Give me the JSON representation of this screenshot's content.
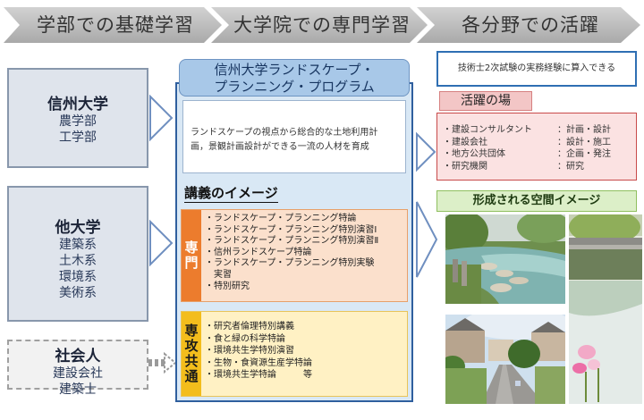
{
  "header": {
    "steps": [
      "学部での基礎学習",
      "大学院での専門学習",
      "各分野での活躍"
    ]
  },
  "entries": [
    {
      "name": "信州大学",
      "lines": [
        "農学部",
        "工学部"
      ]
    },
    {
      "name": "他大学",
      "lines": [
        "建築系",
        "土木系",
        "環境系",
        "美術系"
      ]
    },
    {
      "name": "社会人",
      "lines": [
        "建設会社",
        "建築士"
      ]
    }
  ],
  "program": {
    "title_line1": "信州大学ランドスケープ・",
    "title_line2": "プランニング・プログラム",
    "description_line1": "ランドスケープの視点から総合的な土地利用計",
    "description_line2": "画，景観計画設計ができる一流の人材を育成",
    "lecture_heading": "講義のイメージ",
    "specialty": {
      "tag": "専門",
      "items": [
        "・ランドスケープ・プランニング特論",
        "・ランドスケープ・プランニング特別演習Ⅰ",
        "・ランドスケープ・プランニング特別演習Ⅱ",
        "・信州ランドスケープ特論",
        "・ランドスケープ・プランニング特別実験",
        "　実習",
        "・特別研究"
      ]
    },
    "common": {
      "tag": "専攻共通",
      "items": [
        "・研究者倫理特別講義",
        "・食と緑の科学特論",
        "・環境共生学特別演習",
        "・生物・食資源生産学特論",
        "・環境共生学特論　　　等"
      ]
    }
  },
  "career": {
    "certificate": "技術士2次試験の実務経験に算入できる",
    "role_title": "活躍の場",
    "roles": [
      {
        "place": "・建設コンサルタント",
        "work": "：計画・設計"
      },
      {
        "place": "・建設会社",
        "work": "：設計・施工"
      },
      {
        "place": "・地方公共団体",
        "work": "：企画・発注"
      },
      {
        "place": "・研究機関",
        "work": "：研究"
      }
    ],
    "space_title": "形成される空間イメージ"
  },
  "colors": {
    "chevron": "#b7b7b7",
    "program_border": "#2f5f9e",
    "specialty": "#ec7c2d",
    "common": "#f3bd1c",
    "role_border": "#c84a4a",
    "space_green": "#8fbf5f"
  }
}
